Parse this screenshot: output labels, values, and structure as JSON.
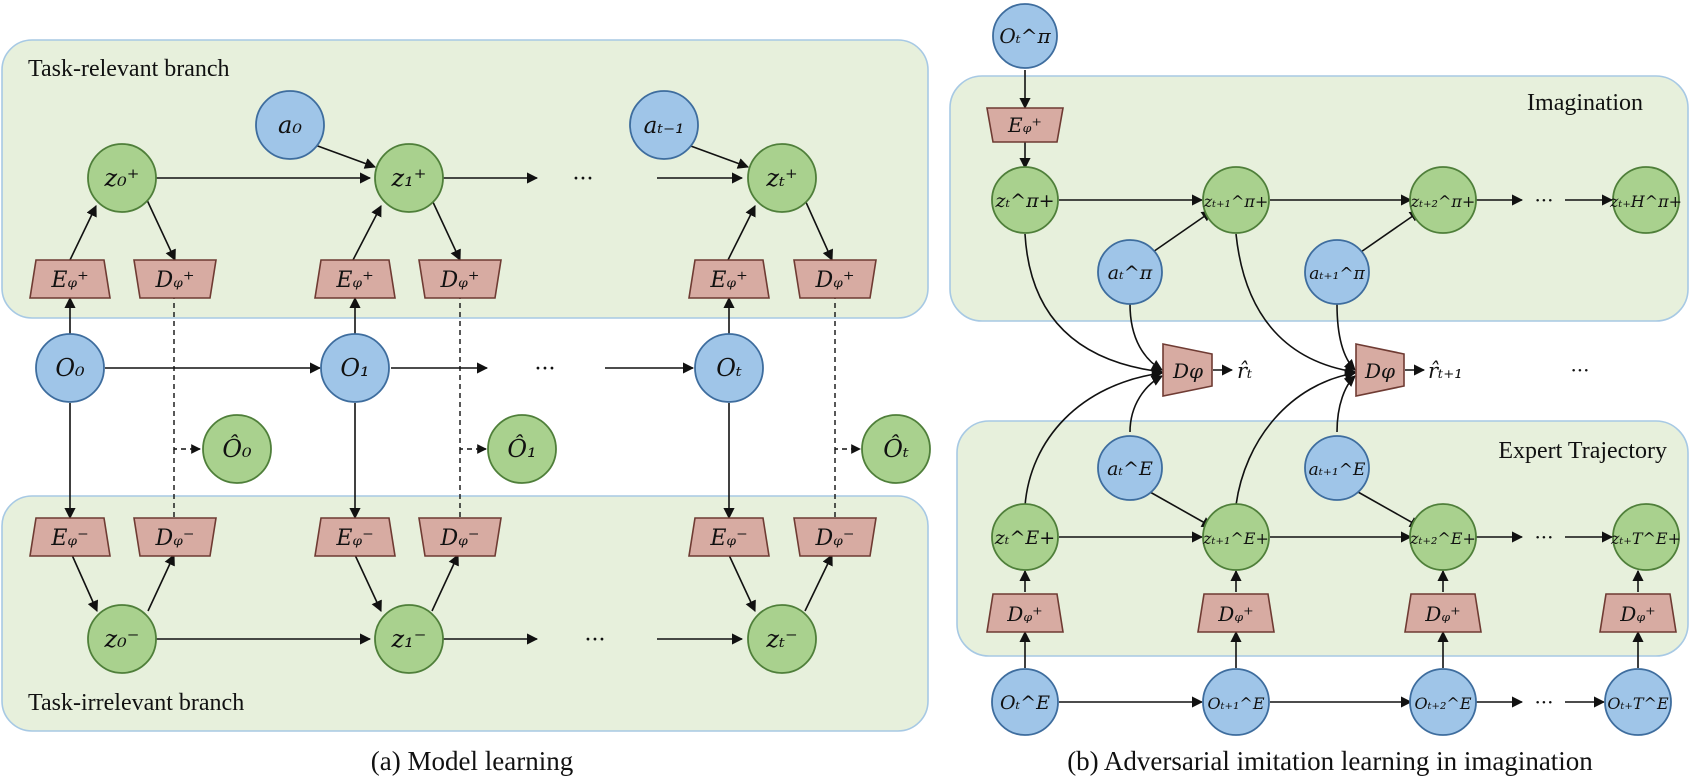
{
  "panel_a": {
    "title_top": "Task-relevant branch",
    "title_bottom": "Task-irrelevant branch",
    "caption": "(a)  Model learning",
    "a0": "a₀",
    "at1": "aₜ₋₁",
    "z0p": "z₀⁺",
    "z1p": "z₁⁺",
    "ztp": "zₜ⁺",
    "z0m": "z₀⁻",
    "z1m": "z₁⁻",
    "ztm": "zₜ⁻",
    "o0": "O₀",
    "o1": "O₁",
    "ot": "Oₜ",
    "oh0": "Ô₀",
    "oh1": "Ô₁",
    "oht": "Ôₜ",
    "enc_p": "Eᵩ⁺",
    "dec_p": "Dᵩ⁺",
    "enc_m": "Eᵩ⁻",
    "dec_m": "Dᵩ⁻",
    "dots": "···"
  },
  "panel_b": {
    "title_top": "Imagination",
    "title_bottom": "Expert Trajectory",
    "caption": "(b)  Adversarial imitation learning in imagination",
    "o_pi": "Oₜ^π",
    "enc_pi": "Eᵩ⁺",
    "z_pi": [
      "zₜ^π+",
      "zₜ₊₁^π+",
      "zₜ₊₂^π+",
      "zₜ₊H^π+"
    ],
    "a_pi": [
      "aₜ^π",
      "aₜ₊₁^π"
    ],
    "disc": "Dφ",
    "rewards": [
      "r̂ₜ",
      "r̂ₜ₊₁"
    ],
    "a_e": [
      "aₜ^E",
      "aₜ₊₁^E"
    ],
    "z_e": [
      "zₜ^E+",
      "zₜ₊₁^E+",
      "zₜ₊₂^E+",
      "zₜ₊T^E+"
    ],
    "dec_e": "Dᵩ⁺",
    "o_e": [
      "Oₜ^E",
      "Oₜ₊₁^E",
      "Oₜ₊₂^E",
      "Oₜ₊T^E"
    ],
    "dots": "···"
  },
  "colors": {
    "panel_fill": "#e7f0dc",
    "panel_border": "#a7c9e4",
    "observation_action": "#9fc5e8",
    "latent": "#a9d18e",
    "module": "#d7aba2"
  }
}
